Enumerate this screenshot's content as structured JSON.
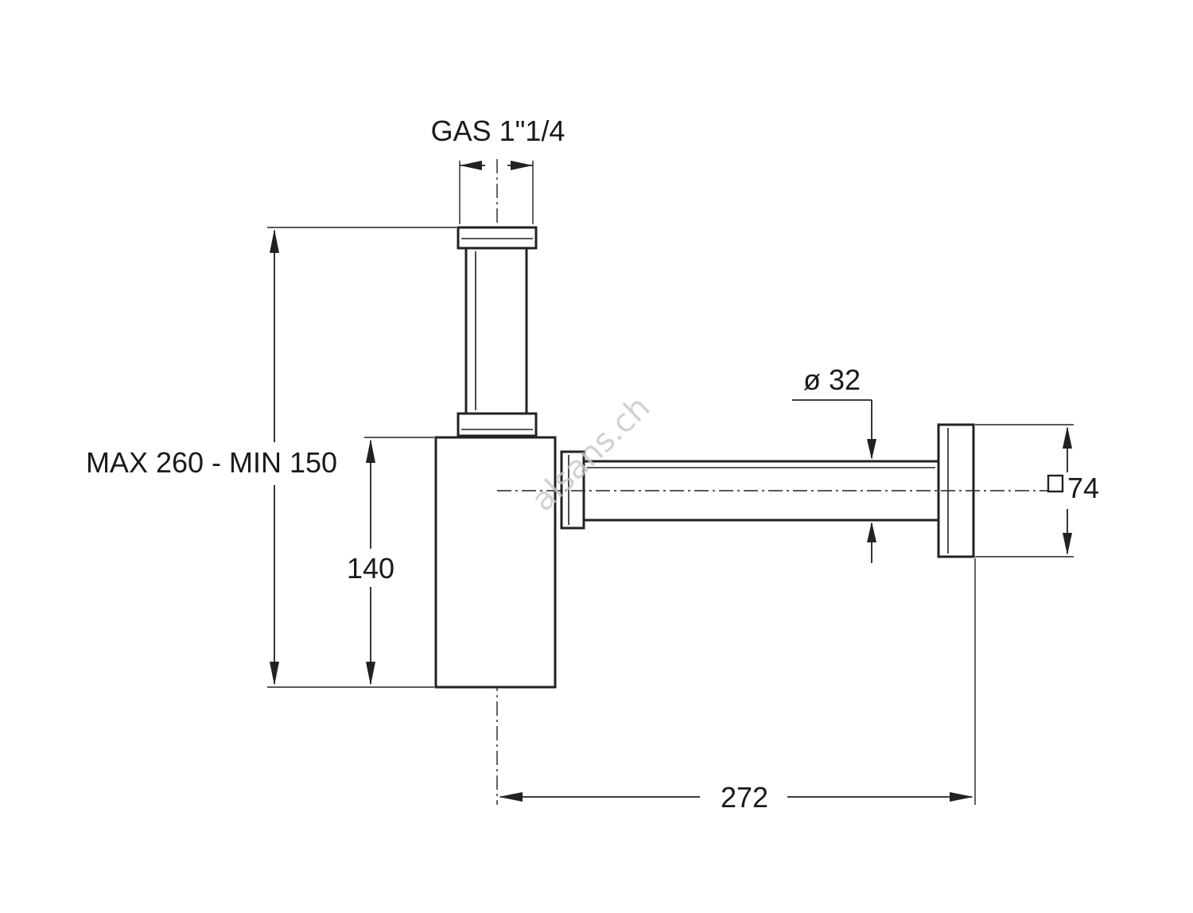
{
  "dimensions": {
    "thread": "GAS 1\"1/4",
    "total_height": "MAX 260 - MIN 150",
    "body_height": "140",
    "pipe_diameter": "ø 32",
    "flange_size": "74",
    "projection": "272"
  },
  "watermark": "alsans.ch"
}
